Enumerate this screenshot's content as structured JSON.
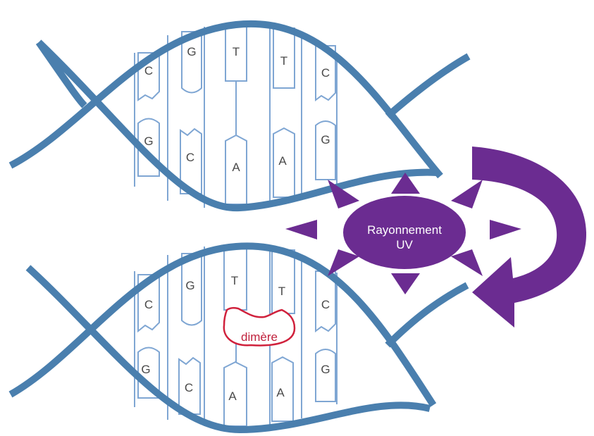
{
  "diagram": {
    "colors": {
      "strand": "#4a7fae",
      "base_outline": "#7fa6d3",
      "uv_purple": "#6b2c91",
      "dimer_outline": "#d0213c",
      "dimer_text": "#c0213c"
    },
    "top_helix": {
      "upper_bases": [
        "C",
        "G",
        "T",
        "T",
        "C"
      ],
      "lower_bases": [
        "G",
        "C",
        "A",
        "A",
        "G"
      ]
    },
    "bottom_helix": {
      "upper_bases": [
        "C",
        "G",
        "T",
        "T",
        "C"
      ],
      "lower_bases": [
        "G",
        "C",
        "A",
        "A",
        "G"
      ],
      "dimer_label": "dimère"
    },
    "uv_source": {
      "label_line1": "Rayonnement",
      "label_line2": "UV"
    },
    "arrow_icon": "curved-arrow-icon",
    "sun_icon": "sun-icon"
  }
}
